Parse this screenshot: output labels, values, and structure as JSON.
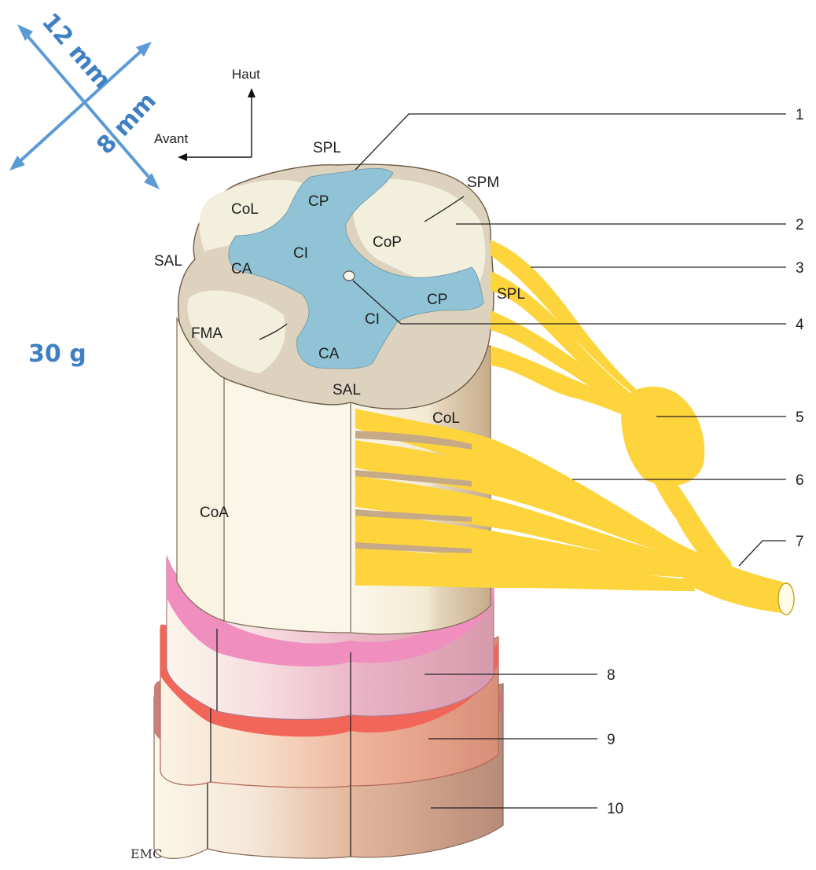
{
  "dimensions": {
    "diagonal_1": "12 mm",
    "diagonal_2": "8 mm",
    "weight": "30 g"
  },
  "orientation": {
    "up": "Haut",
    "front": "Avant"
  },
  "section_labels": {
    "spl_top": "SPL",
    "cp_top": "CP",
    "col_top": "CoL",
    "spm": "SPM",
    "cop": "CoP",
    "sal_left": "SAL",
    "ci_1": "CI",
    "ca_1": "CA",
    "cp_right": "CP",
    "spl_right": "SPL",
    "ci_2": "CI",
    "fma": "FMA",
    "ca_2": "CA",
    "sal_bottom": "SAL",
    "col_side": "CoL",
    "coa": "CoA"
  },
  "numbers": [
    "1",
    "2",
    "3",
    "4",
    "5",
    "6",
    "7",
    "8",
    "9",
    "10"
  ],
  "signature": "EMC",
  "colors": {
    "grey_matter": "#8fc3d5",
    "white_matter": "#f2ecdc",
    "section_face": "#ddd2bd",
    "nerve": "#fdd43b",
    "pia_mater": "#f08fbe",
    "arachnoid": "#f2665a",
    "dura_mater": "#c97778",
    "annotation_blue": "#3f7fc4"
  }
}
